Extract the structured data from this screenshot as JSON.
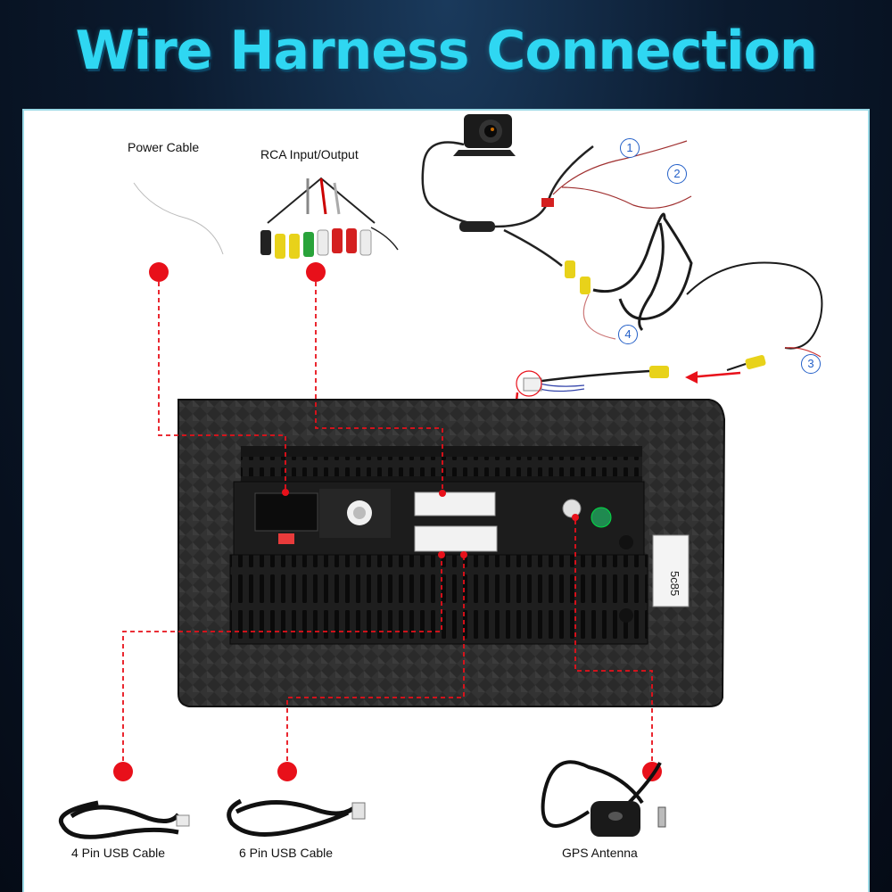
{
  "title": "Wire Harness Connection",
  "labels": {
    "power_cable": "Power Cable",
    "rca": "RCA Input/Output",
    "usb4": "4 Pin USB Cable",
    "usb6": "6 Pin USB Cable",
    "gps": "GPS Antenna"
  },
  "camera_wires": [
    "1",
    "2",
    "3",
    "4"
  ],
  "unit_sticker": "5c85",
  "colors": {
    "title": "#2fd7f2",
    "marker": "#e8101a",
    "callout": "#2460c8"
  }
}
